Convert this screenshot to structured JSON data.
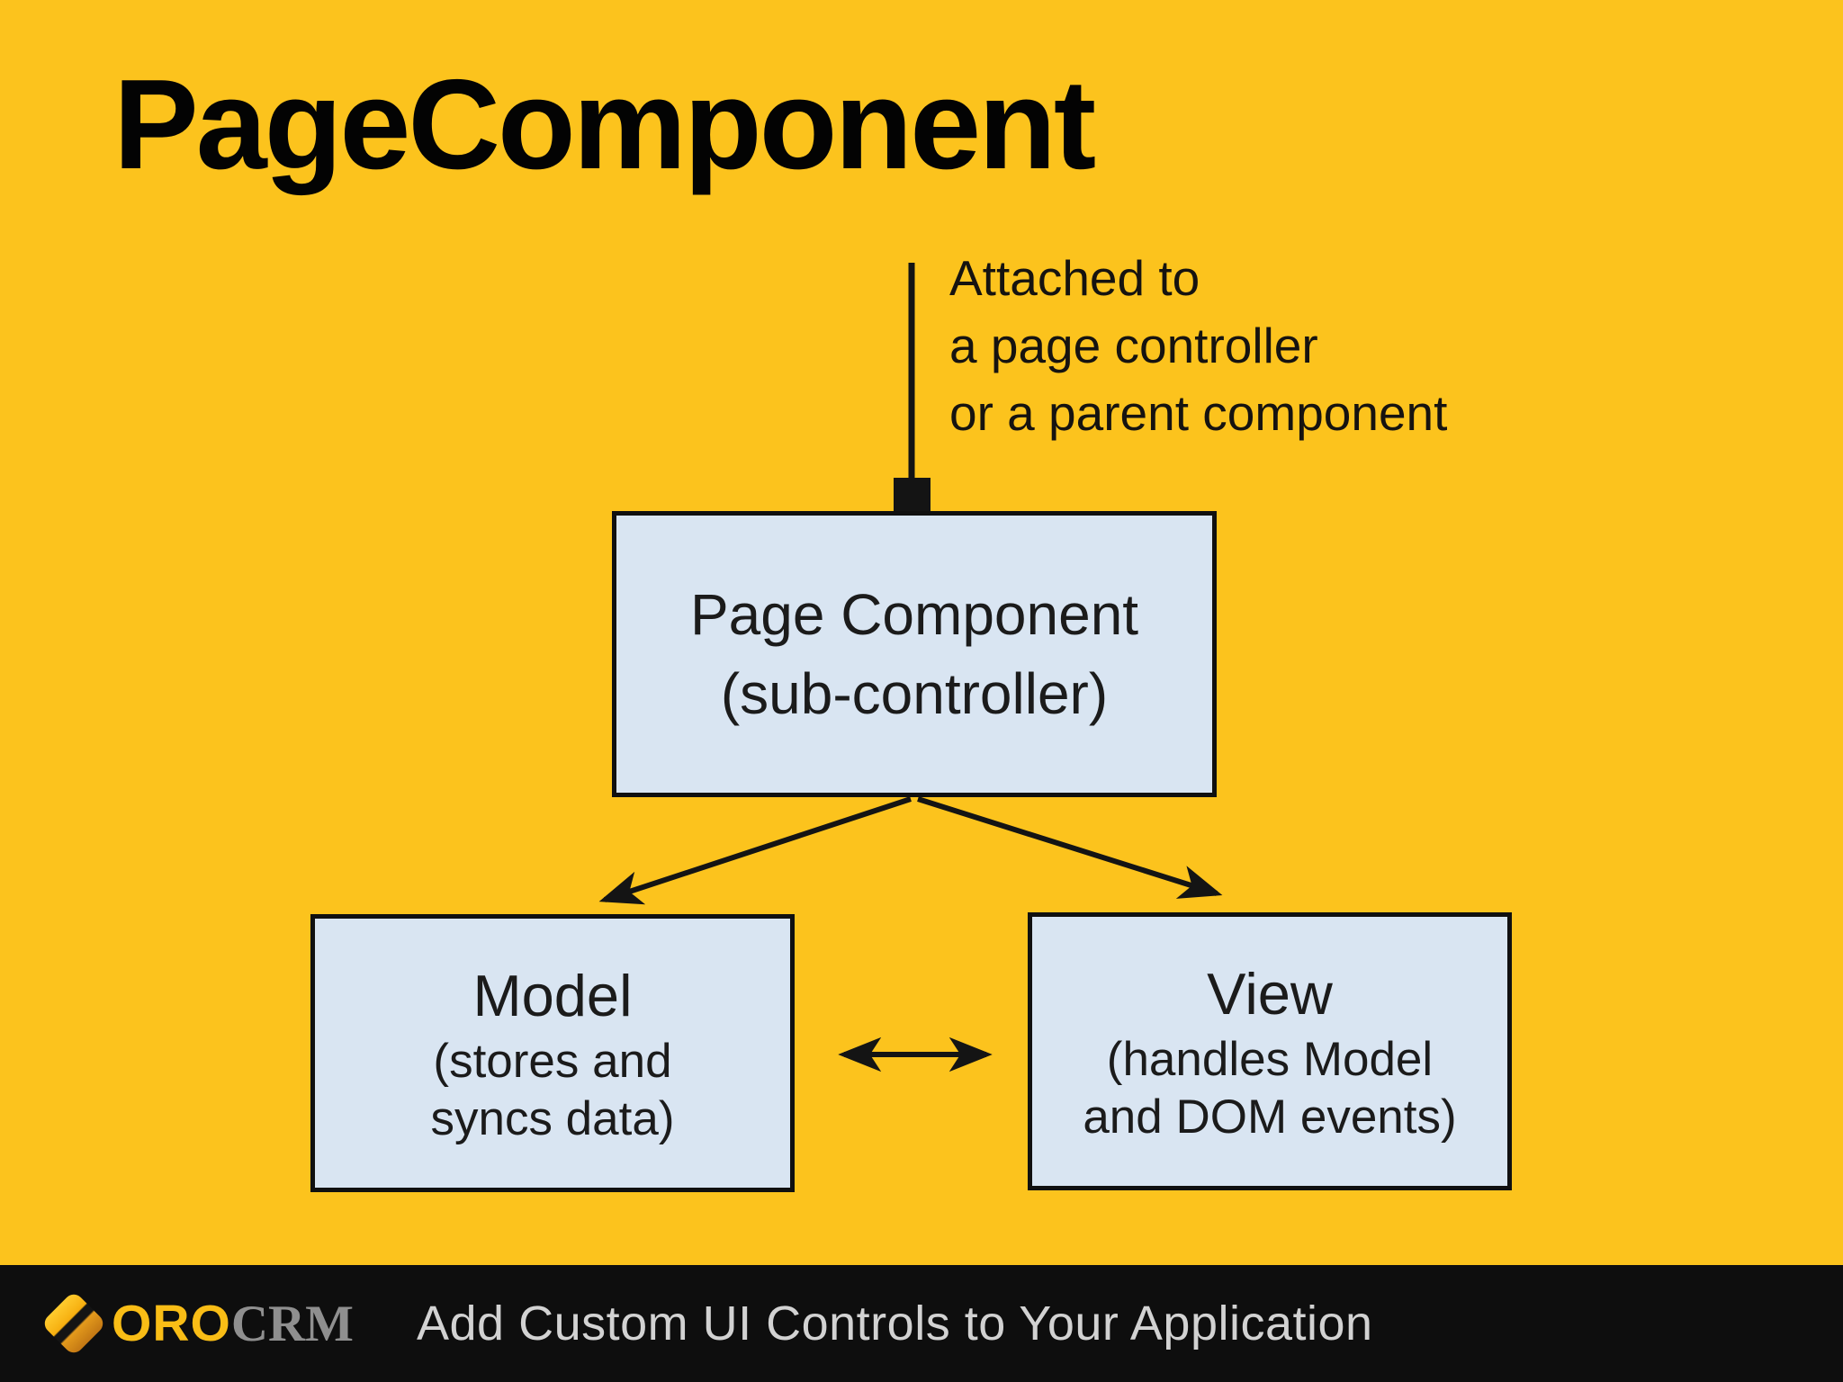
{
  "slide": {
    "title": "PageComponent",
    "background_color": "#FCC31D"
  },
  "diagram": {
    "annotation_lines": [
      "Attached to",
      "a page controller",
      "or a parent component"
    ],
    "page_component": {
      "title": "Page Component",
      "subtitle": "(sub-controller)"
    },
    "model": {
      "title": "Model",
      "subtitle_line1": "(stores and",
      "subtitle_line2": "syncs data)"
    },
    "view": {
      "title": "View",
      "subtitle_line1": "(handles Model",
      "subtitle_line2": "and DOM events)"
    },
    "colors": {
      "node_fill": "#D9E5F2",
      "node_border": "#101010",
      "connector": "#141414"
    }
  },
  "footer": {
    "logo": {
      "icon": "orocrm-diamond-icon",
      "primary": "ORO",
      "secondary": "CRM"
    },
    "caption": "Add Custom UI Controls to Your Application",
    "colors": {
      "bar_background": "#0E0E0E",
      "primary_text": "#F9BD16",
      "secondary_text": "#8F8F8F",
      "caption_text": "#D2D2D2"
    }
  }
}
